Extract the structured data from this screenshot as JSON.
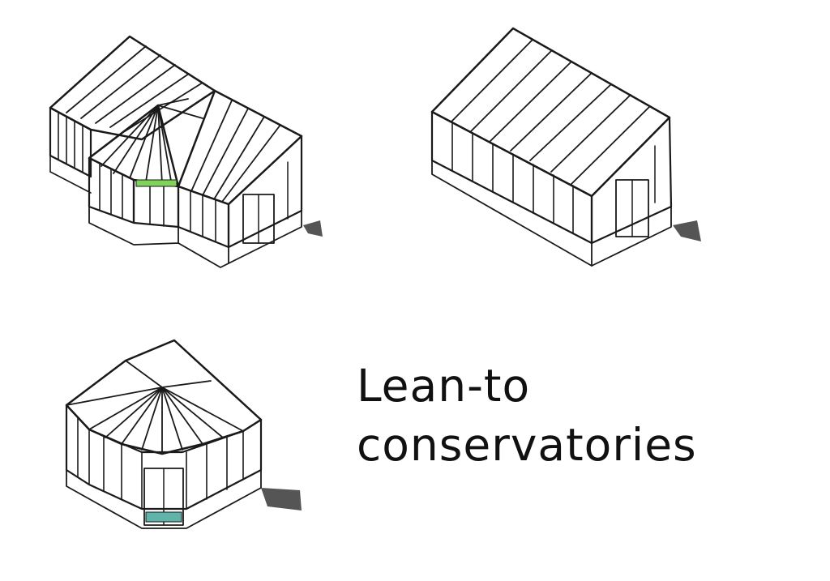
{
  "caption": {
    "line1": "Lean-to",
    "line2": "conservatories"
  },
  "illustrations": [
    {
      "name": "p-shaped-conservatory"
    },
    {
      "name": "lean-to-conservatory"
    },
    {
      "name": "victorian-conservatory"
    }
  ],
  "colors": {
    "line": "#1a1a1a",
    "accent": "#7fd35a",
    "background": "#ffffff"
  }
}
